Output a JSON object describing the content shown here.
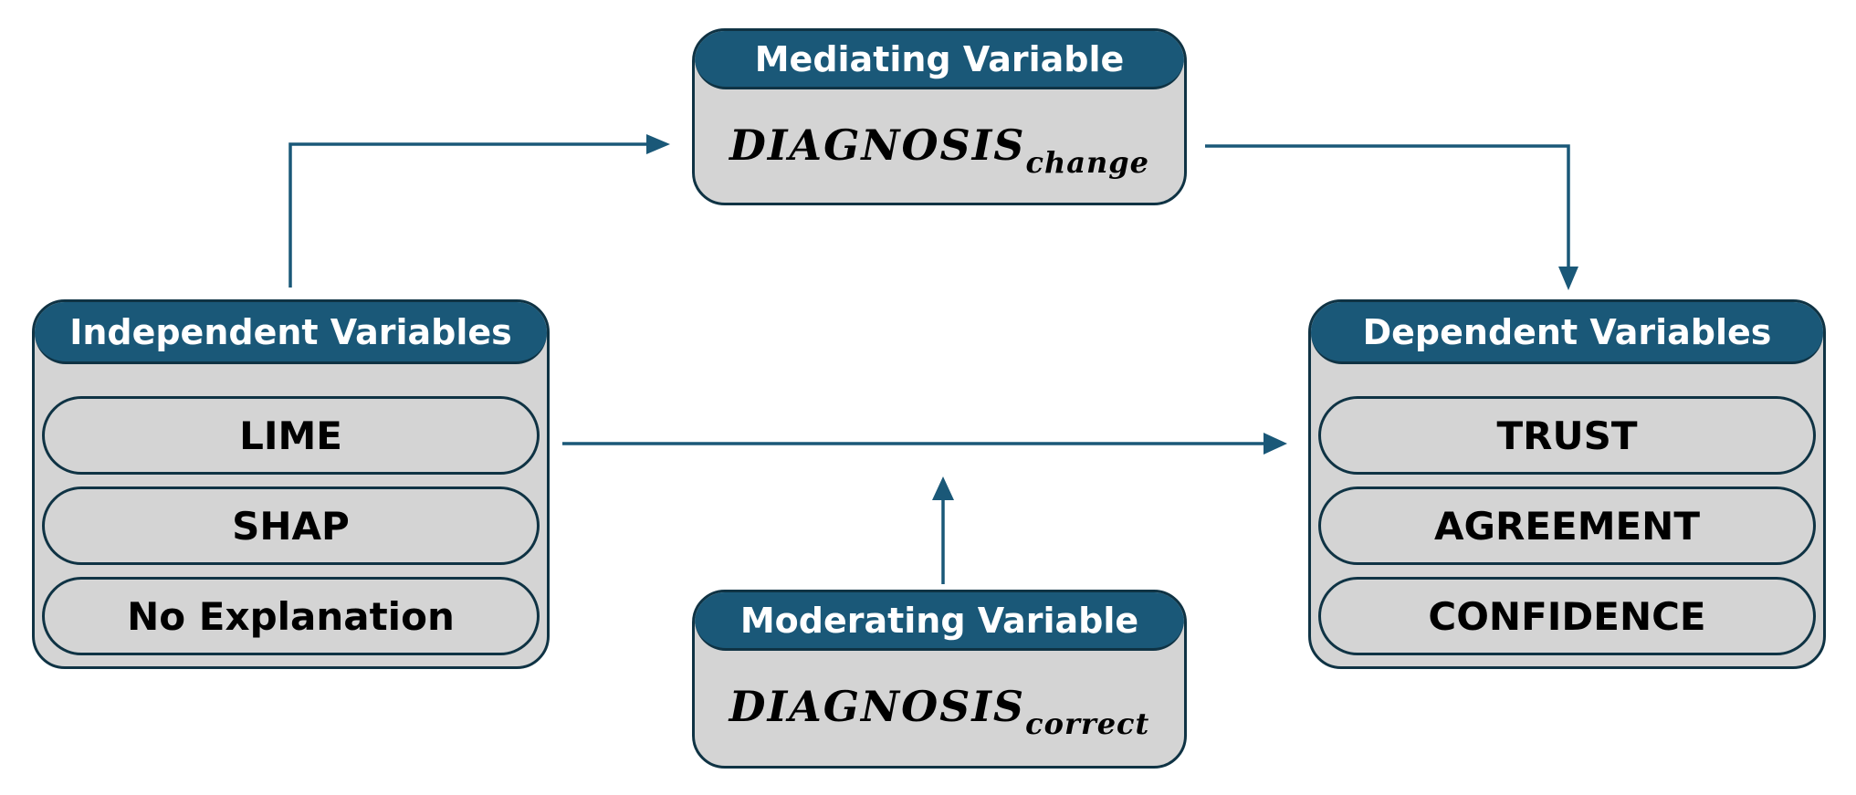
{
  "colors": {
    "header_fill": "#1a5878",
    "box_fill": "#d4d4d4",
    "border": "#0f3344",
    "arrow": "#1a5878"
  },
  "mediating": {
    "title": "Mediating Variable",
    "formula_main": "DIAGNOSIS",
    "formula_sub": "change"
  },
  "moderating": {
    "title": "Moderating Variable",
    "formula_main": "DIAGNOSIS",
    "formula_sub": "correct"
  },
  "independent": {
    "title": "Independent Variables",
    "items": [
      "LIME",
      "SHAP",
      "No Explanation"
    ]
  },
  "dependent": {
    "title": "Dependent Variables",
    "items": [
      "TRUST",
      "AGREEMENT",
      "CONFIDENCE"
    ]
  }
}
